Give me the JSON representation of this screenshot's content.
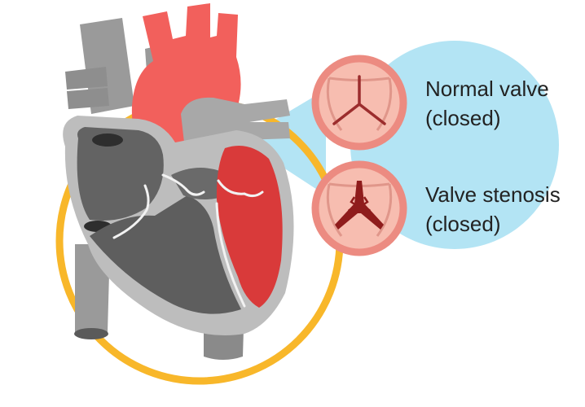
{
  "labels": {
    "normal": [
      "Normal valve",
      "(closed)"
    ],
    "stenosis": [
      "Valve stenosis",
      "(closed)"
    ]
  },
  "colors": {
    "ring": "#F8B72A",
    "bubble": "#B3E4F4",
    "vessel_grey": "#9A9A9A",
    "aorta_red": "#F2605C",
    "chamber_dark": "#5E5E5E",
    "left_ventricle": "#D93A3A",
    "valve_pink": "#F7BDB0",
    "valve_ring": "#EC8B81",
    "stenosis_dark": "#8F1C1C"
  }
}
